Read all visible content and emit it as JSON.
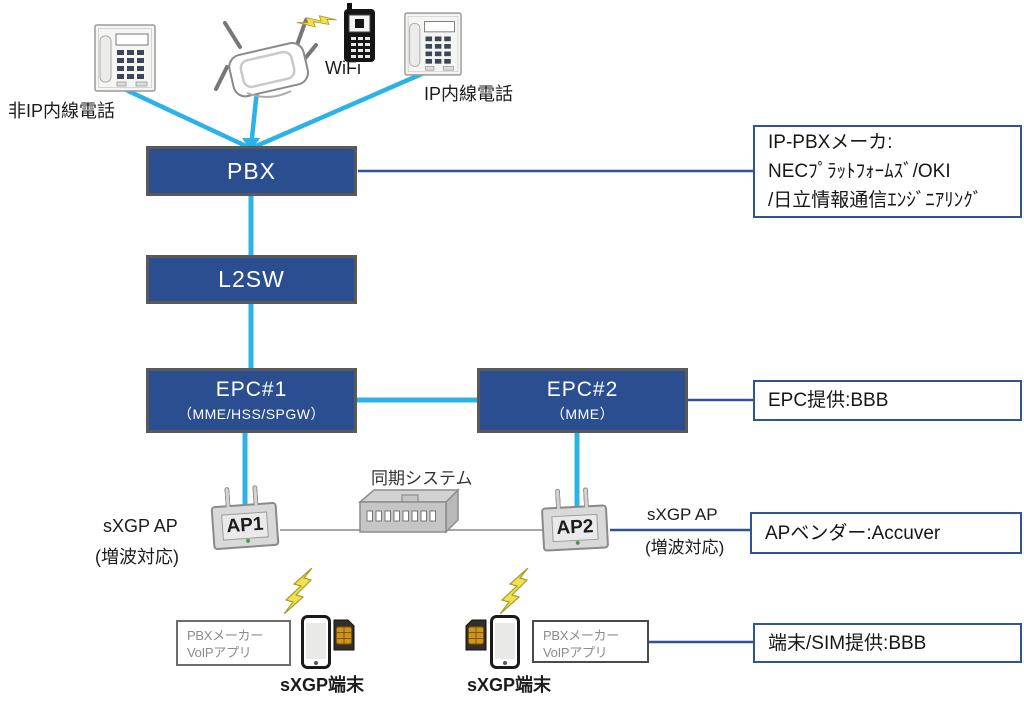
{
  "colors": {
    "node_fill": "#2b4e90",
    "node_border": "#595959",
    "link_cyan": "#2bb3e8",
    "callout_blue": "#2e5496",
    "line_gray": "#a6a6a6",
    "bolt_fill": "#f1e24d",
    "bolt_stroke": "#ac9b2a"
  },
  "top": {
    "non_ip_phone_label": "非IP内線電話",
    "wifi_label": "WiFi",
    "ip_phone_label": "IP内線電話"
  },
  "nodes": {
    "pbx": "PBX",
    "l2sw": "L2SW",
    "epc1_title": "EPC#1",
    "epc1_sub": "（MME/HSS/SPGW）",
    "epc2_title": "EPC#2",
    "epc2_sub": "（MME）",
    "ap1": "AP1",
    "ap2": "AP2",
    "sync_label": "同期システム"
  },
  "ap_side_labels": {
    "left_line1": "sXGP AP",
    "left_line2": "(増波対応)",
    "right_line1": "sXGP AP",
    "right_line2": "(増波対応)"
  },
  "terminals": {
    "voip_box_line1": "PBXメーカー",
    "voip_box_line2": "VoIPアプリ",
    "left_label": "sXGP端末",
    "right_label": "sXGP端末"
  },
  "callouts": {
    "pbx_line1": "IP-PBXメーカ:",
    "pbx_line2": "NECﾌﾟﾗｯﾄﾌｫｰﾑｽﾞ/OKI",
    "pbx_line3": "/日立情報通信ｴﾝｼﾞﾆｱﾘﾝｸﾞ",
    "epc": "EPC提供:BBB",
    "ap": "APベンダー:Accuver",
    "terminal": "端末/SIM提供:BBB"
  }
}
